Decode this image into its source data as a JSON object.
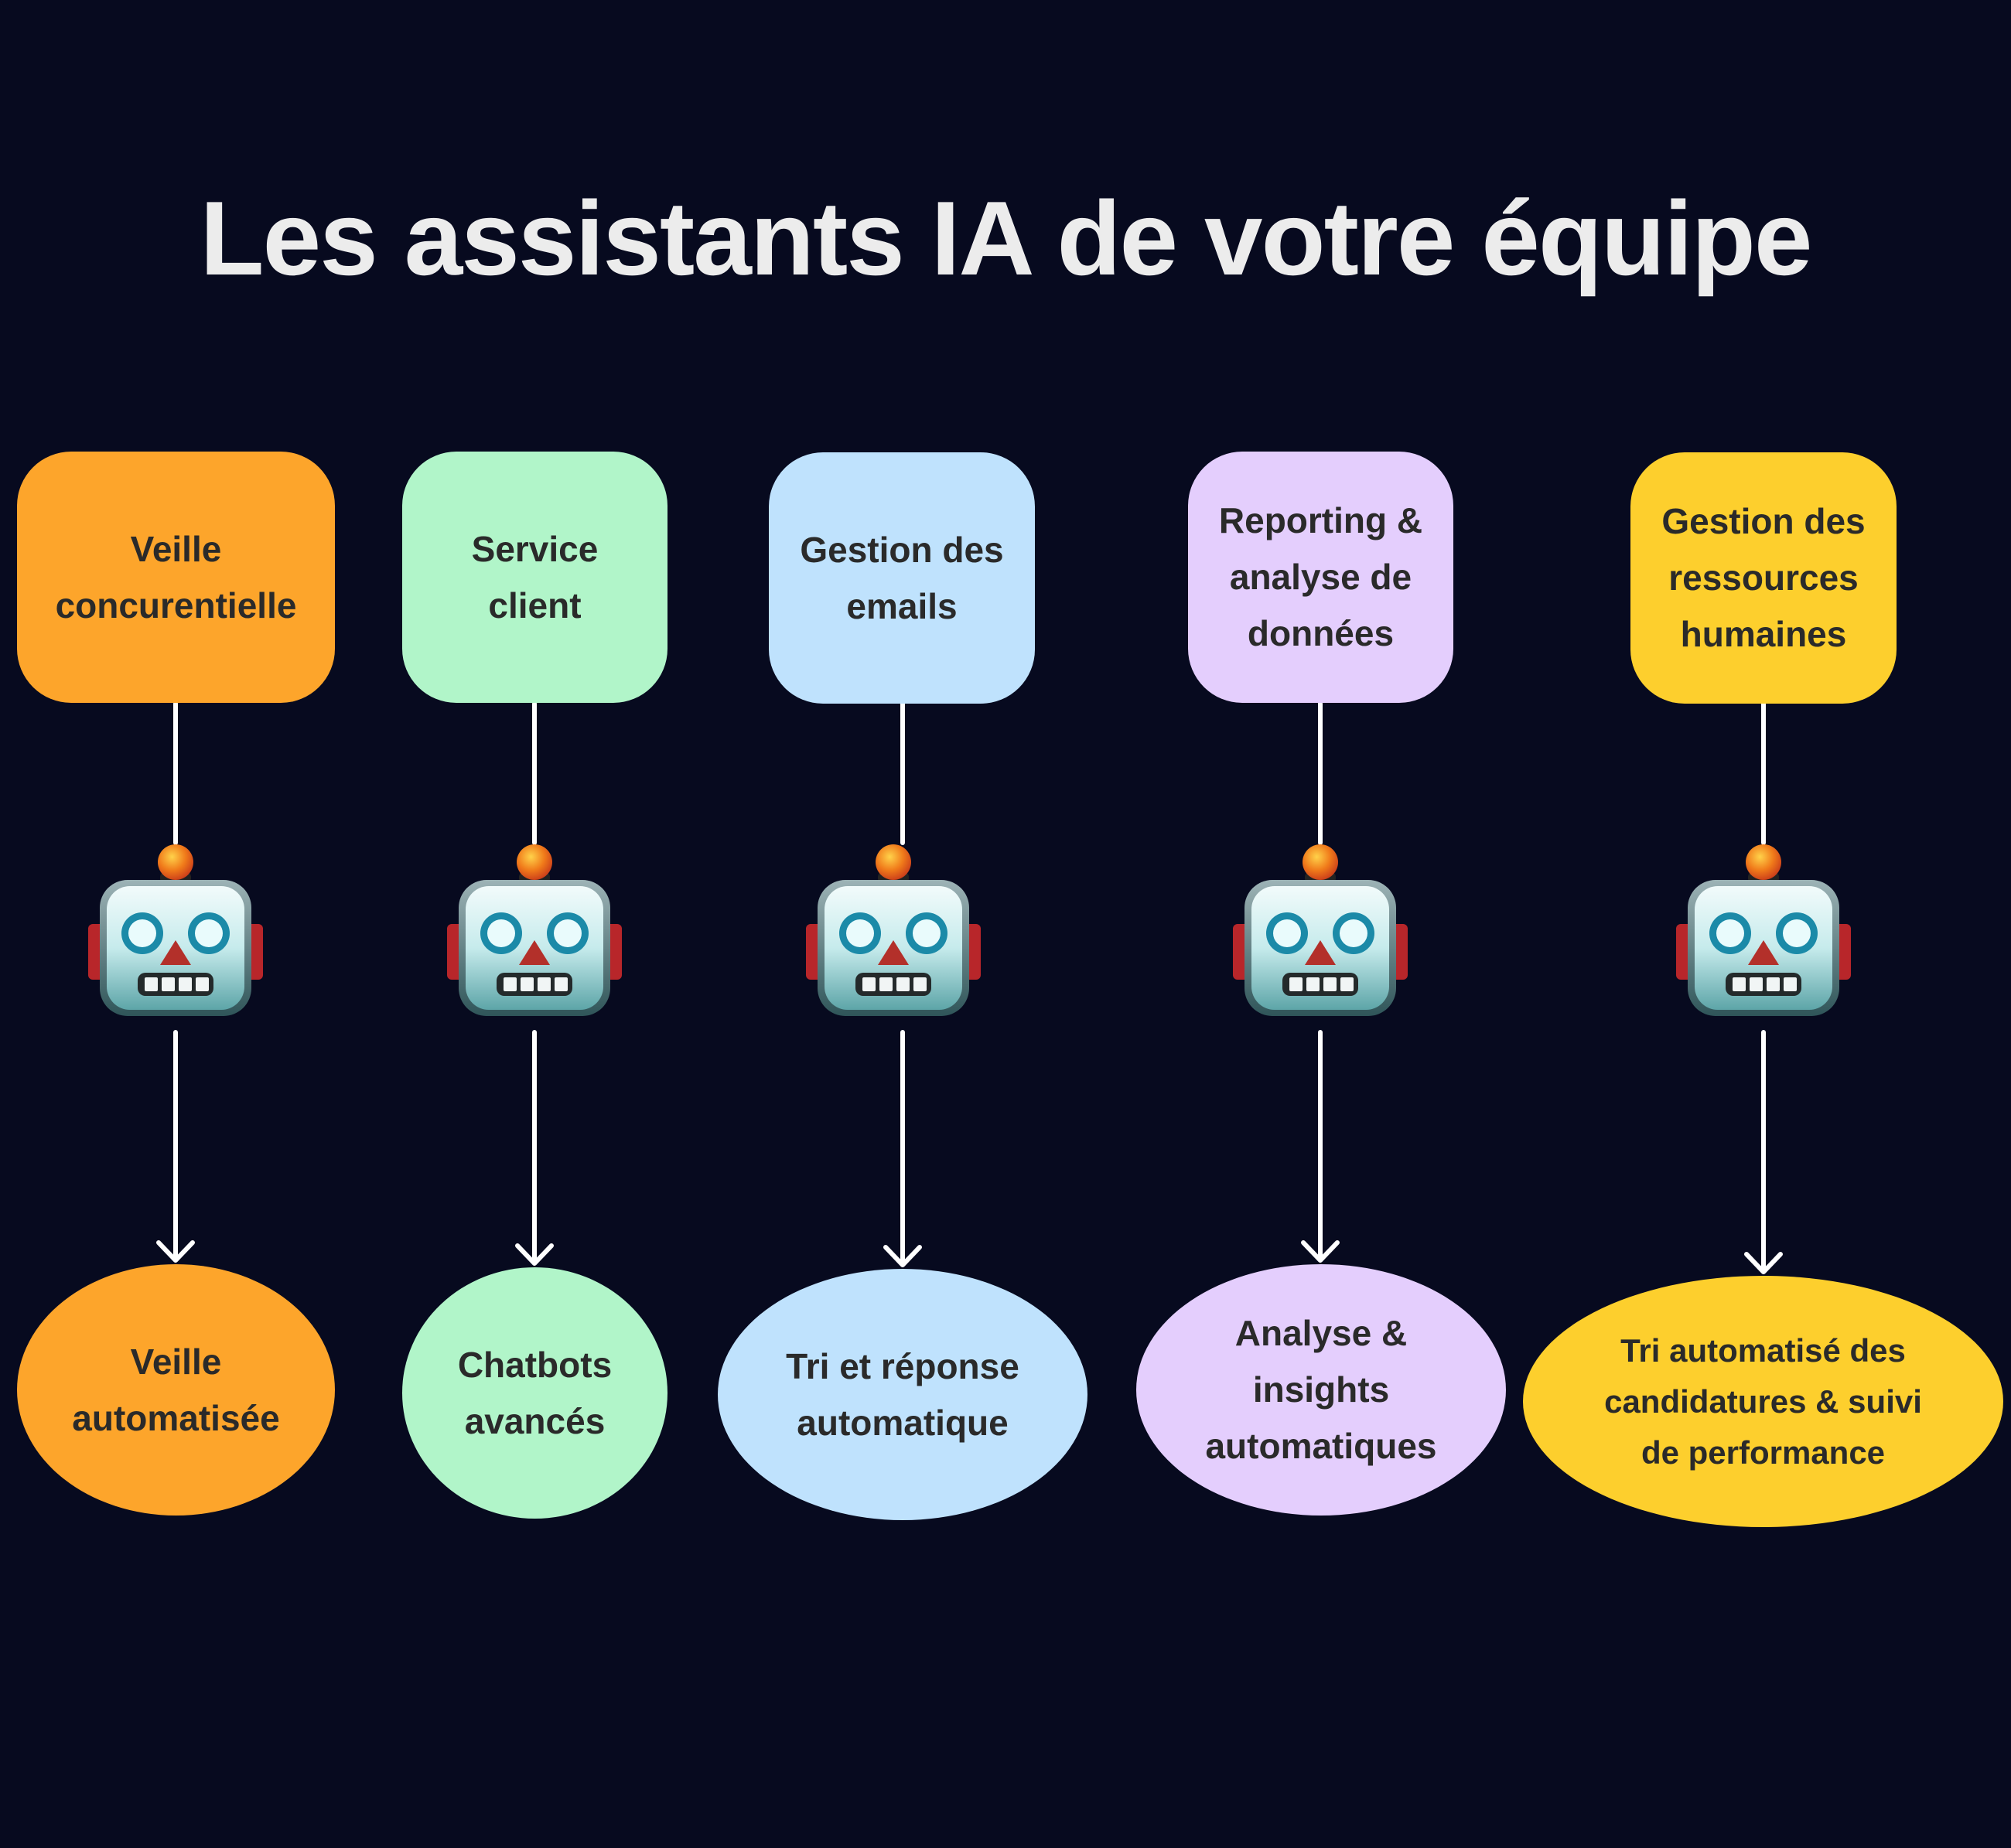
{
  "title": "Les assistants IA de votre équipe",
  "columns": [
    {
      "category": "Veille\nconcurentielle",
      "result": "Veille\nautomatisée",
      "color": "#fda52b"
    },
    {
      "category": "Service\nclient",
      "result": "Chatbots\navancés",
      "color": "#b1f5c9"
    },
    {
      "category": "Gestion des\nemails",
      "result": "Tri et réponse\nautomatique",
      "color": "#bfe2fd"
    },
    {
      "category": "Reporting &\nanalyse de\ndonnées",
      "result": "Analyse &\ninsights\nautomatiques",
      "color": "#e4cefd"
    },
    {
      "category": "Gestion des\nressources\nhumaines",
      "result": "Tri  automatisé des\ncandidatures & suivi\nde performance",
      "color": "#fdcf2d"
    }
  ],
  "icons": {
    "robot": "robot-icon"
  }
}
